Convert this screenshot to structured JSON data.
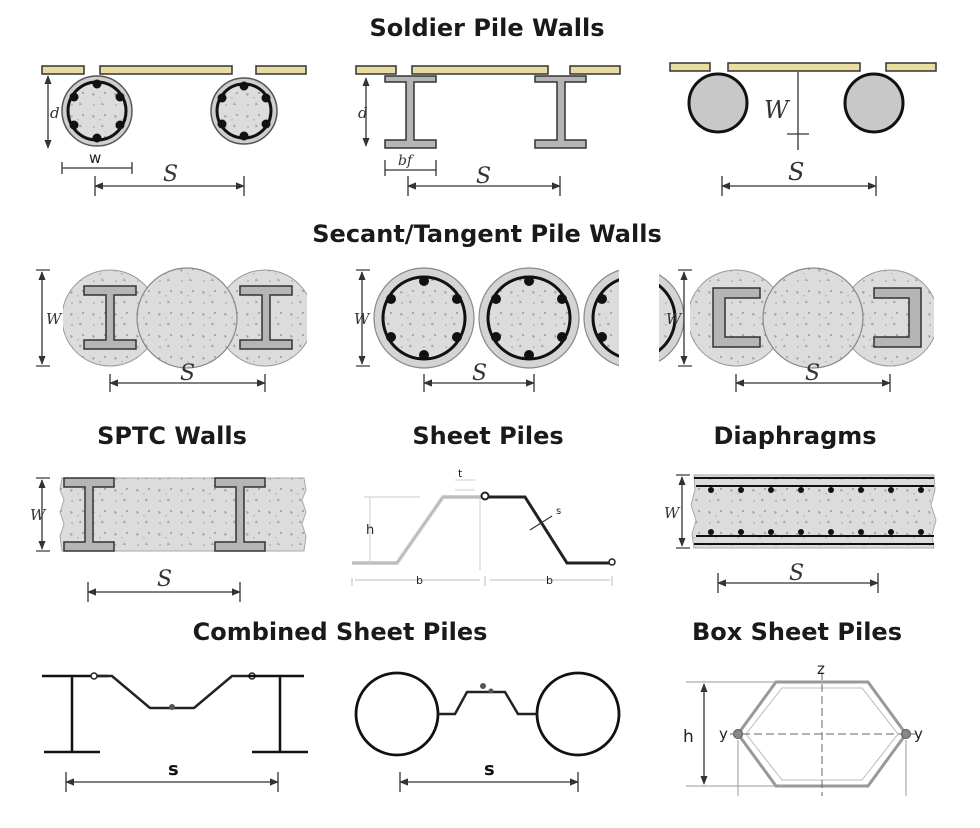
{
  "titles": {
    "soldier": "Soldier Pile Walls",
    "secant": "Secant/Tangent Pile Walls",
    "sptc": "SPTC Walls",
    "sheet": "Sheet Piles",
    "diaphragms": "Diaphragms",
    "combined": "Combined Sheet Piles",
    "box": "Box Sheet Piles"
  },
  "labels": {
    "soldier_d1": "d",
    "soldier_w1": "w",
    "soldier_s1": "S",
    "soldier_d2": "d",
    "soldier_bf": "bf",
    "soldier_s2": "S",
    "soldier_w3": "W",
    "soldier_s3": "S",
    "secant_w1": "W",
    "secant_s1": "S",
    "secant_w2": "W",
    "secant_s2": "S",
    "secant_w3": "W",
    "secant_s3": "S",
    "sptc_w": "W",
    "sptc_s": "S",
    "sheet_t": "t",
    "sheet_h": "h",
    "sheet_s": "s",
    "sheet_b1": "b",
    "sheet_b2": "b",
    "diaph_w": "W",
    "diaph_s": "S",
    "comb_s1": "s",
    "comb_s2": "s",
    "box_z": "z",
    "box_h": "h",
    "box_y1": "y",
    "box_y2": "y"
  },
  "colors": {
    "concrete": "#dcdcdc",
    "steel": "#b5b5b5",
    "lagging": "#e8dca0",
    "rebar": "#111111",
    "line": "#333333"
  }
}
